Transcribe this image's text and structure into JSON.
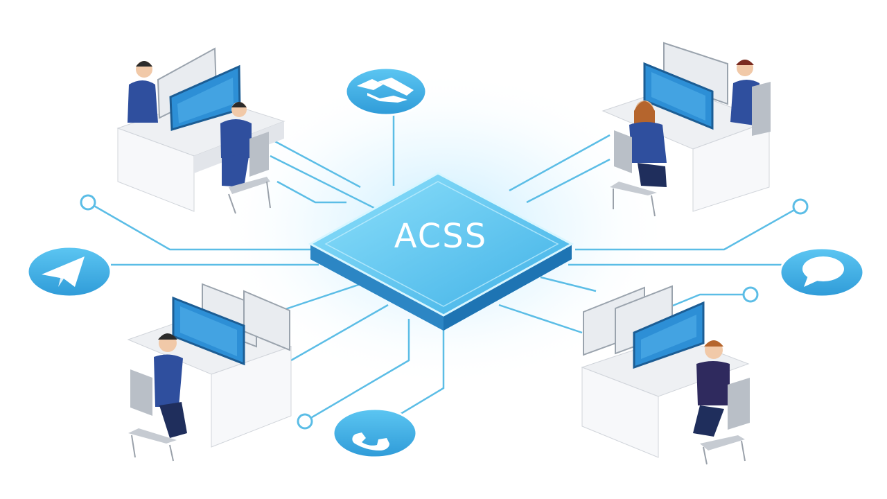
{
  "hub": {
    "label": "ACSS"
  },
  "colors": {
    "accent": "#3aa9e0",
    "accent_light": "#6fd3f5",
    "line": "#5bbde6",
    "staff_suit": "#2f4f9e",
    "monitor_screen": "#2d8fd6",
    "desk": "#f2f3f5"
  },
  "channels": [
    {
      "id": "top",
      "icon": "handshake-icon"
    },
    {
      "id": "left",
      "icon": "send-icon"
    },
    {
      "id": "right",
      "icon": "chat-bubble-icon"
    },
    {
      "id": "bottom",
      "icon": "phone-icon"
    }
  ],
  "workstations": [
    {
      "id": "top-left",
      "staff": 2
    },
    {
      "id": "top-right",
      "staff": 2
    },
    {
      "id": "bottom-left",
      "staff": 1
    },
    {
      "id": "bottom-right",
      "staff": 1
    }
  ]
}
